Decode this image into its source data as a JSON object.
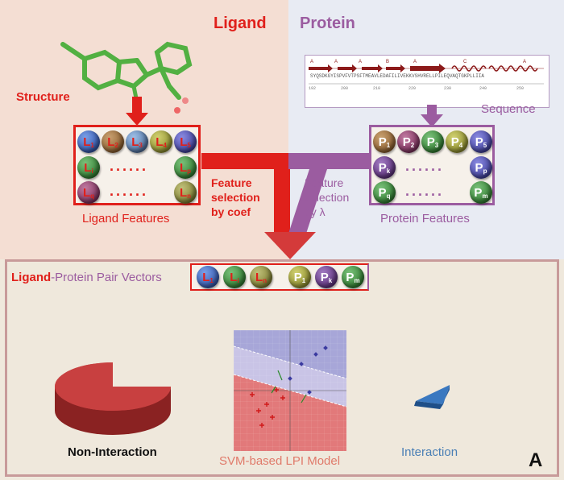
{
  "headings": {
    "ligand": "Ligand",
    "protein": "Protein"
  },
  "labels": {
    "structure": "Structure",
    "sequence": "Sequence",
    "ligand_features": "Ligand Features",
    "protein_features": "Protein Features",
    "ligand_selection": [
      "Feature",
      "selection",
      "by coef"
    ],
    "protein_selection": [
      "Feature",
      "selection",
      "by λ"
    ],
    "pair_vectors_ligand": "Ligand",
    "pair_vectors_rest": "-Protein Pair Vectors",
    "non_interaction": "Non-Interaction",
    "interaction": "Interaction",
    "model": "SVM-based LPI Model",
    "panel_letter": "A"
  },
  "ligand_balls": {
    "row1": [
      {
        "l": "L",
        "s": "1"
      },
      {
        "l": "L",
        "s": "2"
      },
      {
        "l": "L",
        "s": "3"
      },
      {
        "l": "L",
        "s": "4"
      },
      {
        "l": "L",
        "s": "5"
      }
    ],
    "row2": [
      {
        "l": "L",
        "s": "i"
      },
      {
        "l": "L",
        "s": "p"
      }
    ],
    "row3": [
      {
        "l": "L",
        "s": "q"
      },
      {
        "l": "L",
        "s": "n"
      }
    ]
  },
  "protein_balls": {
    "row1": [
      {
        "l": "P",
        "s": "1"
      },
      {
        "l": "P",
        "s": "2"
      },
      {
        "l": "P",
        "s": "3"
      },
      {
        "l": "P",
        "s": "4"
      },
      {
        "l": "P",
        "s": "5"
      }
    ],
    "row2": [
      {
        "l": "P",
        "s": "k"
      },
      {
        "l": "P",
        "s": "p"
      }
    ],
    "row3": [
      {
        "l": "P",
        "s": "q"
      },
      {
        "l": "P",
        "s": "m"
      }
    ]
  },
  "pair_balls": [
    {
      "l": "L",
      "s": "1"
    },
    {
      "l": "L",
      "s": "i"
    },
    {
      "l": "L",
      "s": "n"
    },
    {
      "l": "P",
      "s": "1"
    },
    {
      "l": "P",
      "s": "k"
    },
    {
      "l": "P",
      "s": "m"
    }
  ],
  "dots": "......",
  "sequence_residues": "SYQSDKGYISPVFVTPSFTMEAVLEDAFILIVEKKVSHVRELLPILEQVAQTGKPLLIIA",
  "sequence_ruler": [
    "192",
    "200",
    "210",
    "220",
    "230",
    "240",
    "250"
  ],
  "sequence_sse": [
    "A",
    "A",
    "A",
    "B",
    "A",
    "C",
    "A"
  ],
  "colors": {
    "ligand_red": "#e0201b",
    "protein_purple": "#9b5ca0",
    "interaction_blue": "#4a7fb5"
  }
}
